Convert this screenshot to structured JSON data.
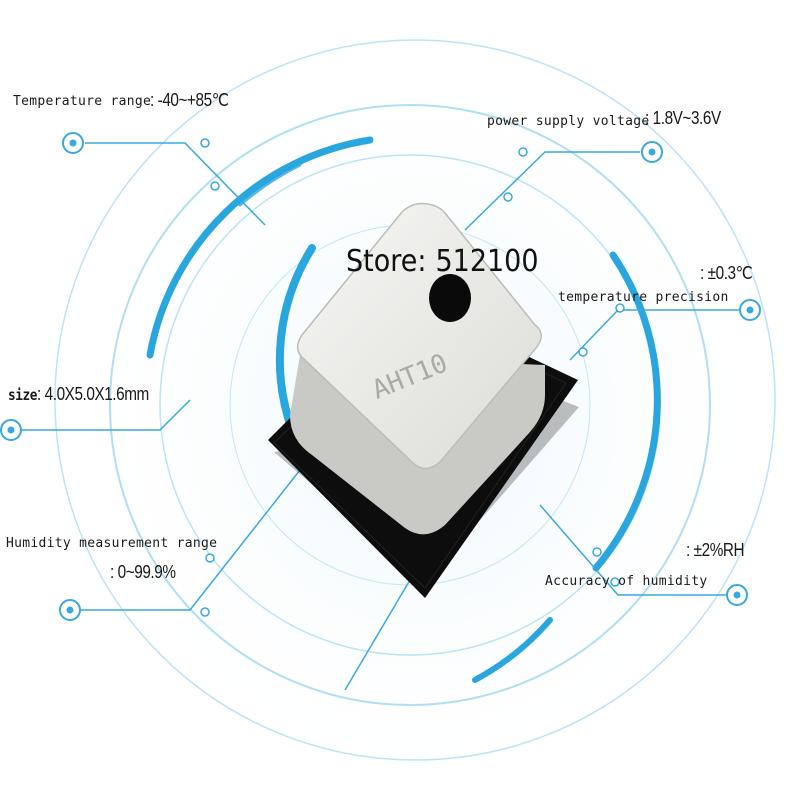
{
  "store": {
    "label": "Store:",
    "number": "512100"
  },
  "chip": {
    "marking": "AHT10"
  },
  "specs": {
    "temperature_range": {
      "label": "Temperature range",
      "value": "-40~+85℃"
    },
    "supply_voltage": {
      "label": "power supply voltage",
      "value": "1.8V~3.6V"
    },
    "temperature_precision": {
      "label": "temperature precision",
      "value": "±0.3℃"
    },
    "size": {
      "label": "size",
      "value": "4.0X5.0X1.6mm"
    },
    "humidity_range": {
      "label": "Humidity measurement range",
      "value": "0~99.9%"
    },
    "humidity_accuracy": {
      "label": "Accuracy of humidity",
      "value": "±2%RH"
    }
  },
  "colors": {
    "accent": "#2aa6df",
    "ring": "#8fd0ee",
    "chip_body": "#ececea",
    "chip_base": "#0d0d0d"
  }
}
